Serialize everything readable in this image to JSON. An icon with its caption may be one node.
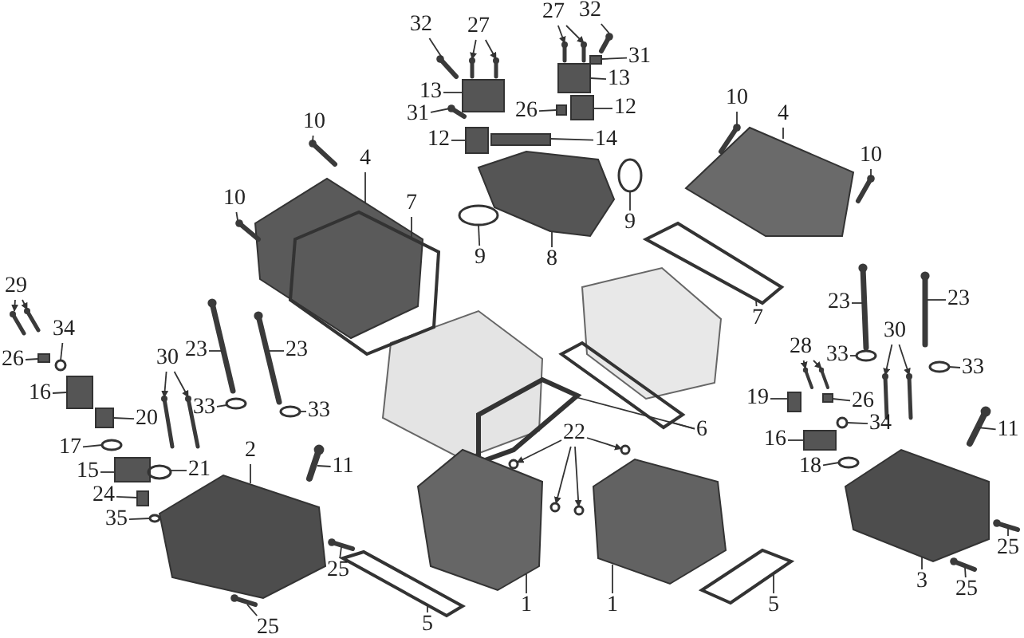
{
  "diagram": {
    "nodes": [
      {
        "text": [
          "32"
        ]
      },
      {
        "text": [
          "27"
        ]
      },
      {
        "text": [
          "13"
        ]
      },
      {
        "text": [
          "31"
        ]
      },
      {
        "text": [
          "12"
        ]
      },
      {
        "text": [
          "27"
        ]
      },
      {
        "text": [
          "32"
        ]
      },
      {
        "text": [
          "31"
        ]
      },
      {
        "text": [
          "13"
        ]
      },
      {
        "text": [
          "26"
        ]
      },
      {
        "text": [
          "12"
        ]
      },
      {
        "text": [
          "14"
        ]
      },
      {
        "text": [
          "10"
        ]
      },
      {
        "text": [
          "4"
        ]
      },
      {
        "text": [
          "10"
        ]
      },
      {
        "text": [
          "7"
        ]
      },
      {
        "text": [
          "9"
        ]
      },
      {
        "text": [
          "8"
        ]
      },
      {
        "text": [
          "9"
        ]
      },
      {
        "text": [
          "10"
        ]
      },
      {
        "text": [
          "4"
        ]
      },
      {
        "text": [
          "10"
        ]
      },
      {
        "text": [
          "7"
        ]
      },
      {
        "text": [
          "29"
        ]
      },
      {
        "text": [
          "34"
        ]
      },
      {
        "text": [
          "26"
        ]
      },
      {
        "text": [
          "16"
        ]
      },
      {
        "text": [
          "20"
        ]
      },
      {
        "text": [
          "17"
        ]
      },
      {
        "text": [
          "15"
        ]
      },
      {
        "text": [
          "21"
        ]
      },
      {
        "text": [
          "24"
        ]
      },
      {
        "text": [
          "35"
        ]
      },
      {
        "text": [
          "30"
        ]
      },
      {
        "text": [
          "23"
        ]
      },
      {
        "text": [
          "23"
        ]
      },
      {
        "text": [
          "33"
        ]
      },
      {
        "text": [
          "33"
        ]
      },
      {
        "text": [
          "2"
        ]
      },
      {
        "text": [
          "11"
        ]
      },
      {
        "text": [
          "25"
        ]
      },
      {
        "text": [
          "25"
        ]
      },
      {
        "text": [
          "23"
        ]
      },
      {
        "text": [
          "23"
        ]
      },
      {
        "text": [
          "30"
        ]
      },
      {
        "text": [
          "33"
        ]
      },
      {
        "text": [
          "33"
        ]
      },
      {
        "text": [
          "28"
        ]
      },
      {
        "text": [
          "19"
        ]
      },
      {
        "text": [
          "26"
        ]
      },
      {
        "text": [
          "34"
        ]
      },
      {
        "text": [
          "16"
        ]
      },
      {
        "text": [
          "18"
        ]
      },
      {
        "text": [
          "11"
        ]
      },
      {
        "text": [
          "3"
        ]
      },
      {
        "text": [
          "25"
        ]
      },
      {
        "text": [
          "25"
        ]
      },
      {
        "text": [
          "6"
        ]
      },
      {
        "text": [
          "22"
        ]
      },
      {
        "text": [
          "1"
        ]
      },
      {
        "text": [
          "1"
        ]
      },
      {
        "text": [
          "5"
        ]
      },
      {
        "text": [
          "5"
        ]
      },
      {
        "text": [],
        "shape": "bar"
      },
      {
        "text": [],
        "shape": "bar"
      },
      {
        "text": [],
        "shape": "bar"
      },
      {
        "text": [],
        "shape": "box"
      },
      {
        "text": [],
        "shape": "bar"
      },
      {
        "text": [],
        "shape": "box"
      },
      {
        "text": [],
        "shape": "bar"
      },
      {
        "text": [],
        "shape": "bar"
      },
      {
        "text": [],
        "shape": "bar"
      },
      {
        "text": [],
        "shape": "box"
      },
      {
        "text": [],
        "shape": "box"
      },
      {
        "text": [],
        "shape": "box"
      },
      {
        "text": [],
        "shape": "box"
      },
      {
        "text": [],
        "shape": "box"
      },
      {
        "text": [],
        "shape": "bar"
      },
      {
        "text": [],
        "shape": "picture"
      },
      {
        "text": [],
        "shape": "bar"
      },
      {
        "text": [],
        "shape": "picture"
      },
      {
        "text": [],
        "shape": "circle"
      },
      {
        "text": [],
        "shape": "picture"
      },
      {
        "text": [],
        "shape": "circle"
      },
      {
        "text": [],
        "shape": "bar"
      },
      {
        "text": [],
        "shape": "picture"
      },
      {
        "text": [],
        "shape": "bar"
      },
      {
        "text": [],
        "shape": "picture"
      },
      {
        "text": [],
        "shape": "bar"
      },
      {
        "text": [],
        "shape": "bar"
      },
      {
        "text": [],
        "shape": "circle"
      },
      {
        "text": [],
        "shape": "box"
      },
      {
        "text": [],
        "shape": "box"
      },
      {
        "text": [],
        "shape": "box"
      },
      {
        "text": [],
        "shape": "circle"
      },
      {
        "text": [],
        "shape": "box"
      },
      {
        "text": [],
        "shape": "circle"
      },
      {
        "text": [],
        "shape": "box"
      },
      {
        "text": [],
        "shape": "circle"
      },
      {
        "text": [],
        "shape": "bar"
      },
      {
        "text": [],
        "shape": "bar"
      },
      {
        "text": [],
        "shape": "bar"
      },
      {
        "text": [],
        "shape": "bar"
      },
      {
        "text": [],
        "shape": "circle"
      },
      {
        "text": [],
        "shape": "circle"
      },
      {
        "text": [],
        "shape": "picture"
      },
      {
        "text": [],
        "shape": "bar"
      },
      {
        "text": [],
        "shape": "bar"
      },
      {
        "text": [],
        "shape": "bar"
      },
      {
        "text": [],
        "shape": "bar"
      },
      {
        "text": [],
        "shape": "bar"
      },
      {
        "text": [],
        "shape": "bar"
      },
      {
        "text": [],
        "shape": "bar"
      },
      {
        "text": [],
        "shape": "circle"
      },
      {
        "text": [],
        "shape": "circle"
      },
      {
        "text": [],
        "shape": "bar"
      },
      {
        "text": [],
        "shape": "bar"
      },
      {
        "text": [],
        "shape": "box"
      },
      {
        "text": [],
        "shape": "box"
      },
      {
        "text": [],
        "shape": "circle"
      },
      {
        "text": [],
        "shape": "box"
      },
      {
        "text": [],
        "shape": "circle"
      },
      {
        "text": [],
        "shape": "bar"
      },
      {
        "text": [],
        "shape": "picture"
      },
      {
        "text": [],
        "shape": "bar"
      },
      {
        "text": [],
        "shape": "bar"
      },
      {
        "text": [],
        "shape": "picture"
      },
      {
        "text": [],
        "shape": "picture"
      },
      {
        "text": [],
        "shape": "circle"
      },
      {
        "text": [],
        "shape": "circle"
      },
      {
        "text": [],
        "shape": "circle"
      },
      {
        "text": [],
        "shape": "circle"
      },
      {
        "text": [],
        "shape": "picture"
      },
      {
        "text": [],
        "shape": "picture"
      },
      {
        "text": [],
        "shape": "picture"
      },
      {
        "text": [],
        "shape": "picture"
      }
    ],
    "edges": [
      {
        "from": 0,
        "to": 63,
        "arrow": "none"
      },
      {
        "from": 1,
        "to": 64,
        "arrow": "to"
      },
      {
        "from": 1,
        "to": 65,
        "arrow": "to"
      },
      {
        "from": 2,
        "to": 66,
        "arrow": "none"
      },
      {
        "from": 3,
        "to": 67,
        "arrow": "none"
      },
      {
        "from": 4,
        "to": 68,
        "arrow": "none"
      },
      {
        "from": 5,
        "to": 69,
        "arrow": "to"
      },
      {
        "from": 5,
        "to": 70,
        "arrow": "to"
      },
      {
        "from": 6,
        "to": 71,
        "arrow": "none"
      },
      {
        "from": 7,
        "to": 72,
        "arrow": "none"
      },
      {
        "from": 8,
        "to": 73,
        "arrow": "none"
      },
      {
        "from": 9,
        "to": 74,
        "arrow": "none"
      },
      {
        "from": 10,
        "to": 75,
        "arrow": "none"
      },
      {
        "from": 11,
        "to": 76,
        "arrow": "none"
      },
      {
        "from": 12,
        "to": 77,
        "arrow": "none"
      },
      {
        "from": 13,
        "to": 78,
        "arrow": "none"
      },
      {
        "from": 14,
        "to": 79,
        "arrow": "none"
      },
      {
        "from": 15,
        "to": 80,
        "arrow": "none"
      },
      {
        "from": 16,
        "to": 81,
        "arrow": "none"
      },
      {
        "from": 17,
        "to": 82,
        "arrow": "none"
      },
      {
        "from": 18,
        "to": 83,
        "arrow": "none"
      },
      {
        "from": 19,
        "to": 84,
        "arrow": "none"
      },
      {
        "from": 20,
        "to": 85,
        "arrow": "none"
      },
      {
        "from": 21,
        "to": 86,
        "arrow": "none"
      },
      {
        "from": 22,
        "to": 87,
        "arrow": "none"
      },
      {
        "from": 23,
        "to": 88,
        "arrow": "to"
      },
      {
        "from": 23,
        "to": 89,
        "arrow": "to"
      },
      {
        "from": 24,
        "to": 90,
        "arrow": "none"
      },
      {
        "from": 25,
        "to": 91,
        "arrow": "none"
      },
      {
        "from": 26,
        "to": 92,
        "arrow": "none"
      },
      {
        "from": 27,
        "to": 93,
        "arrow": "none"
      },
      {
        "from": 28,
        "to": 94,
        "arrow": "none"
      },
      {
        "from": 29,
        "to": 95,
        "arrow": "none"
      },
      {
        "from": 30,
        "to": 96,
        "arrow": "none"
      },
      {
        "from": 31,
        "to": 97,
        "arrow": "none"
      },
      {
        "from": 32,
        "to": 98,
        "arrow": "none"
      },
      {
        "from": 33,
        "to": 99,
        "arrow": "to"
      },
      {
        "from": 33,
        "to": 100,
        "arrow": "to"
      },
      {
        "from": 34,
        "to": 101,
        "arrow": "none"
      },
      {
        "from": 35,
        "to": 102,
        "arrow": "none"
      },
      {
        "from": 36,
        "to": 103,
        "arrow": "none"
      },
      {
        "from": 37,
        "to": 104,
        "arrow": "none"
      },
      {
        "from": 38,
        "to": 105,
        "arrow": "none"
      },
      {
        "from": 39,
        "to": 106,
        "arrow": "none"
      },
      {
        "from": 40,
        "to": 107,
        "arrow": "none"
      },
      {
        "from": 41,
        "to": 108,
        "arrow": "none"
      },
      {
        "from": 42,
        "to": 109,
        "arrow": "none"
      },
      {
        "from": 43,
        "to": 110,
        "arrow": "none"
      },
      {
        "from": 44,
        "to": 111,
        "arrow": "to"
      },
      {
        "from": 44,
        "to": 112,
        "arrow": "to"
      },
      {
        "from": 45,
        "to": 113,
        "arrow": "none"
      },
      {
        "from": 46,
        "to": 114,
        "arrow": "none"
      },
      {
        "from": 47,
        "to": 115,
        "arrow": "to"
      },
      {
        "from": 47,
        "to": 116,
        "arrow": "to"
      },
      {
        "from": 48,
        "to": 117,
        "arrow": "none"
      },
      {
        "from": 49,
        "to": 118,
        "arrow": "none"
      },
      {
        "from": 50,
        "to": 119,
        "arrow": "none"
      },
      {
        "from": 51,
        "to": 120,
        "arrow": "none"
      },
      {
        "from": 52,
        "to": 121,
        "arrow": "none"
      },
      {
        "from": 53,
        "to": 122,
        "arrow": "none"
      },
      {
        "from": 54,
        "to": 123,
        "arrow": "none"
      },
      {
        "from": 55,
        "to": 124,
        "arrow": "none"
      },
      {
        "from": 56,
        "to": 125,
        "arrow": "none"
      },
      {
        "from": 57,
        "to": 126,
        "arrow": "none"
      },
      {
        "from": 57,
        "to": 127,
        "arrow": "none"
      },
      {
        "from": 58,
        "to": 128,
        "arrow": "to"
      },
      {
        "from": 58,
        "to": 129,
        "arrow": "to"
      },
      {
        "from": 58,
        "to": 130,
        "arrow": "to"
      },
      {
        "from": 58,
        "to": 131,
        "arrow": "to"
      },
      {
        "from": 59,
        "to": 132,
        "arrow": "none"
      },
      {
        "from": 60,
        "to": 133,
        "arrow": "none"
      },
      {
        "from": 61,
        "to": 134,
        "arrow": "none"
      },
      {
        "from": 62,
        "to": 135,
        "arrow": "none"
      }
    ]
  }
}
